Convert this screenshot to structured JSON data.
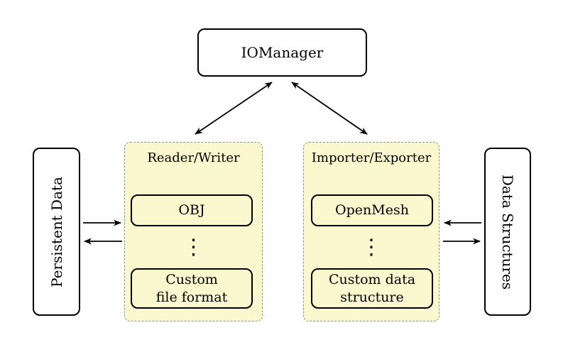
{
  "colors": {
    "background": "#ffffff",
    "group_fill": "#FBF7CE",
    "group_border": "#8f8f8f",
    "box_border": "#000000",
    "box_fill": "#ffffff",
    "arrow": "#000000"
  },
  "nodes": {
    "iomanager": {
      "label": "IOManager"
    },
    "persistent_data": {
      "label": "Persistent Data"
    },
    "data_structures": {
      "label": "Data Structures"
    },
    "reader_writer": {
      "title": "Reader/Writer",
      "item1": "OBJ",
      "dots": "⋮",
      "item2_line1": "Custom",
      "item2_line2": "file format"
    },
    "importer_exporter": {
      "title": "Importer/Exporter",
      "item1": "OpenMesh",
      "dots": "⋮",
      "item2_line1": "Custom data",
      "item2_line2": "structure"
    }
  }
}
